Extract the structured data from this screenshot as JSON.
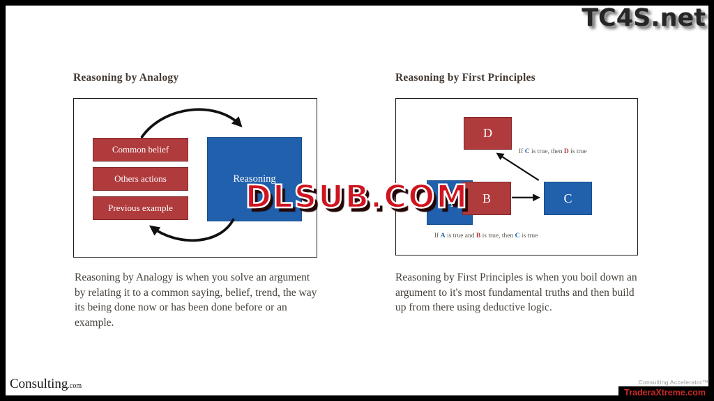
{
  "watermarks": {
    "site_top_right": "TC4S.net",
    "site_center": "DLSUB.COM",
    "footer_brand": "Consulting",
    "footer_brand_suffix": ".com",
    "footer_right_line1": "Consulting Accelerator™",
    "footer_right_line2": "TraderaXtreme.com"
  },
  "left_panel": {
    "heading": "Reasoning by Analogy",
    "diagram": {
      "inputs": [
        "Common belief",
        "Others actions",
        "Previous example"
      ],
      "process_label": "Reasoning"
    },
    "description": "Reasoning by Analogy is when you solve an argument by relating it to a common saying, belief, trend, the way its being done now or has been done before or an example."
  },
  "right_panel": {
    "heading": "Reasoning by First Principles",
    "diagram": {
      "nodes": {
        "a": "A",
        "b": "B",
        "c": "C",
        "d": "D"
      },
      "rule_top": {
        "prefix": "If ",
        "var1": "C",
        "mid": " is true, then ",
        "var2": "D",
        "suffix": " is true"
      },
      "rule_bottom": {
        "prefix": "If ",
        "var1": "A",
        "mid1": " is true and ",
        "var2": "B",
        "mid2": " is true, then ",
        "var3": "C",
        "suffix": " is true"
      }
    },
    "description": "Reasoning by First Principles is when you boil down an argument to it's most fundamental truths and then build up from there using deductive logic."
  },
  "colors": {
    "node_red": "#b03b3d",
    "node_blue": "#2060ac",
    "heading_text": "#453b33",
    "body_text": "#46413b",
    "watermark_red": "#cf1420",
    "footer_link_red": "#cc2a2a"
  }
}
